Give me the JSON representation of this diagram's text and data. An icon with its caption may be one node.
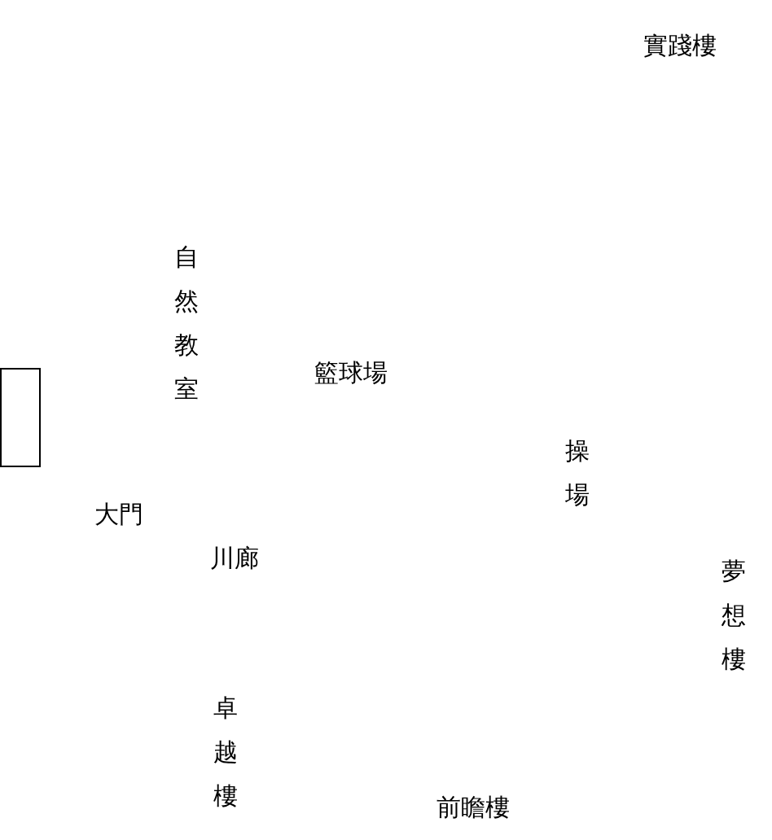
{
  "diagram": {
    "nodes": [
      {
        "text": [],
        "shape": "box"
      }
    ],
    "labels": [
      "實踐樓",
      "自然教室",
      "籃球場",
      "操場",
      "大門",
      "川廊",
      "夢想樓",
      "卓越樓",
      "前瞻樓"
    ]
  }
}
